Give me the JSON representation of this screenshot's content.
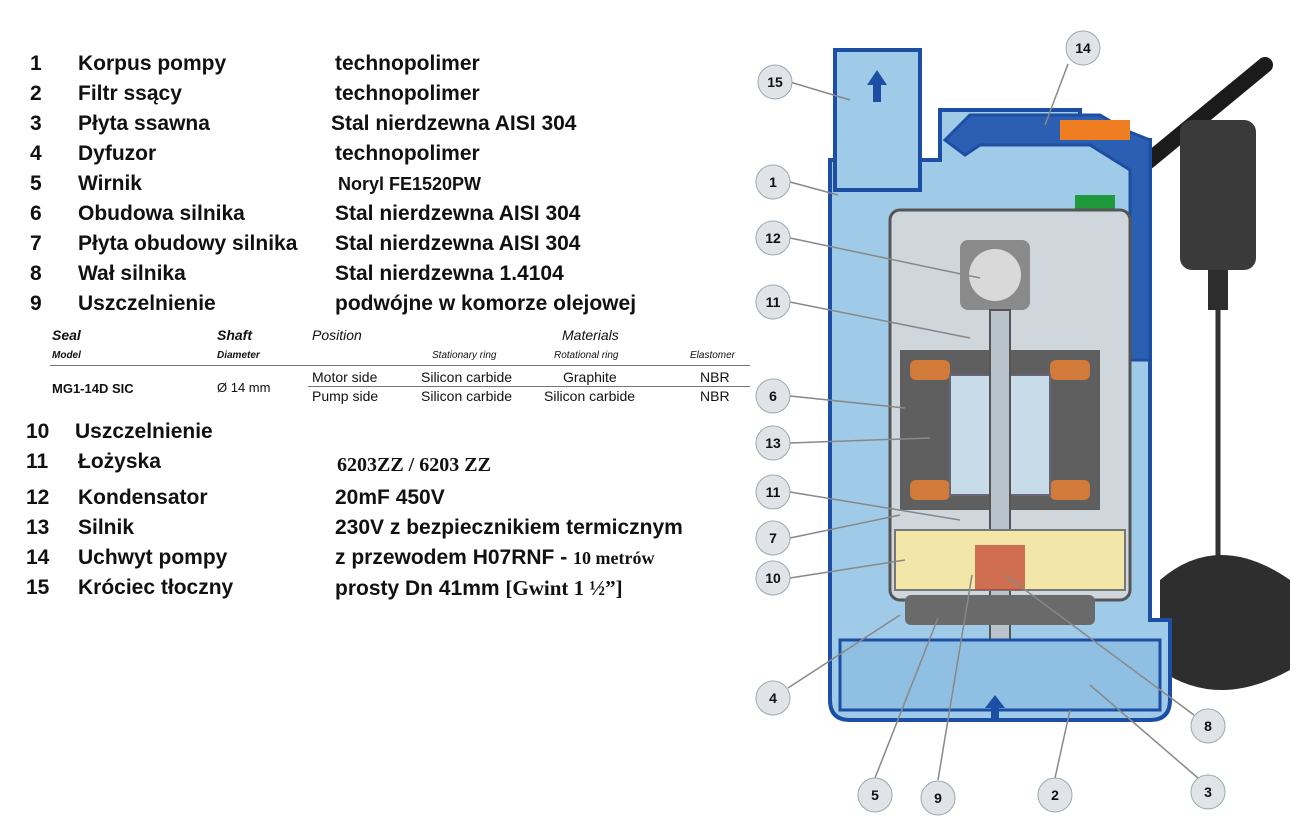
{
  "parts_top": [
    {
      "num": "1",
      "name": "Korpus pompy",
      "material": "technopolimer"
    },
    {
      "num": "2",
      "name": "Filtr ssący",
      "material": "technopolimer"
    },
    {
      "num": "3",
      "name": "Płyta ssawna",
      "material": "Stal nierdzewna AISI 304"
    },
    {
      "num": "4",
      "name": "Dyfuzor",
      "material": "technopolimer"
    },
    {
      "num": "5",
      "name": "Wirnik",
      "material": "Noryl FE1520PW"
    },
    {
      "num": "6",
      "name": "Obudowa silnika",
      "material": "Stal nierdzewna AISI 304"
    },
    {
      "num": "7",
      "name": "Płyta obudowy silnika",
      "material": "Stal nierdzewna AISI 304"
    },
    {
      "num": "8",
      "name": "Wał silnika",
      "material": "Stal nierdzewna 1.4104"
    },
    {
      "num": "9",
      "name": "Uszczelnienie",
      "material": "podwójne w komorze olejowej"
    }
  ],
  "seal_table": {
    "h_seal": "Seal",
    "h_shaft": "Shaft",
    "h_position": "Position",
    "h_materials": "Materials",
    "h_model": "Model",
    "h_diameter": "Diameter",
    "h_stationary": "Stationary ring",
    "h_rotational": "Rotational ring",
    "h_elastomer": "Elastomer",
    "model": "MG1-14D SIC",
    "diameter": "Ø 14 mm",
    "rows": [
      {
        "position": "Motor side",
        "stationary": "Silicon carbide",
        "rotational": "Graphite",
        "elastomer": "NBR"
      },
      {
        "position": "Pump side",
        "stationary": "Silicon carbide",
        "rotational": "Silicon carbide",
        "elastomer": "NBR"
      }
    ]
  },
  "parts_bottom": {
    "p10": {
      "num": "10",
      "name": "Uszczelnienie"
    },
    "p11": {
      "num": "11",
      "name": "Łożyska",
      "material": "6203ZZ / 6203 ZZ"
    },
    "p12": {
      "num": "12",
      "name": "Kondensator",
      "material": "20mF 450V"
    },
    "p13": {
      "num": "13",
      "name": "Silnik",
      "material": "230V z bezpiecznikiem termicznym"
    },
    "p14": {
      "num": "14",
      "name": "Uchwyt pompy",
      "material_a": "z przewodem  H07RNF - ",
      "material_b": "10 metrów"
    },
    "p15": {
      "num": "15",
      "name": "Króciec tłoczny",
      "material_a": "prosty Dn 41mm ",
      "material_b": "[Gwint 1 ½”]"
    }
  },
  "callouts": [
    "15",
    "14",
    "1",
    "12",
    "11",
    "6",
    "13",
    "11",
    "7",
    "10",
    "4",
    "8",
    "5",
    "9",
    "2",
    "3"
  ],
  "colors": {
    "body_blue": "#9fcbe8",
    "dark_blue": "#1c4fa3",
    "grey": "#6a6a6a",
    "copper": "#d27a3a",
    "oil": "#f2e6a8",
    "green": "#1e9a3c",
    "orange": "#ef7d22"
  }
}
